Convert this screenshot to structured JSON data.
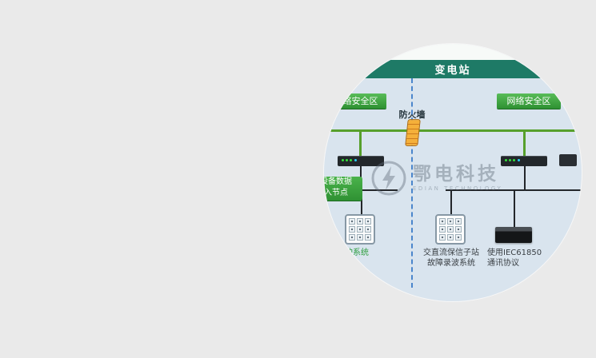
{
  "header": {
    "title": "变电站"
  },
  "zones": {
    "left_label": "网络安全区",
    "right_label": "网络安全区"
  },
  "firewall": {
    "label": "防火墙"
  },
  "node_badge": {
    "line1": "主设备数据",
    "line2": "接入节点"
  },
  "captions": {
    "left_relay": "保护系统",
    "middle_relay_line1": "交直流保信子站",
    "middle_relay_line2": "故障录波系统",
    "server_line1": "使用IEC61850",
    "server_line2": "通讯协议"
  },
  "watermark": {
    "text": "鄂电科技",
    "subtext": "EDIAN TECHNOLOGY"
  },
  "colors": {
    "band_teal": "#1e7a66",
    "zone_green": "#37a23c",
    "line_green": "#57a02c",
    "dashed_blue": "#4b86cc",
    "firewall_orange": "#f0a23a",
    "circle_background": "#d9e4ee",
    "page_background": "#eaeaea"
  }
}
